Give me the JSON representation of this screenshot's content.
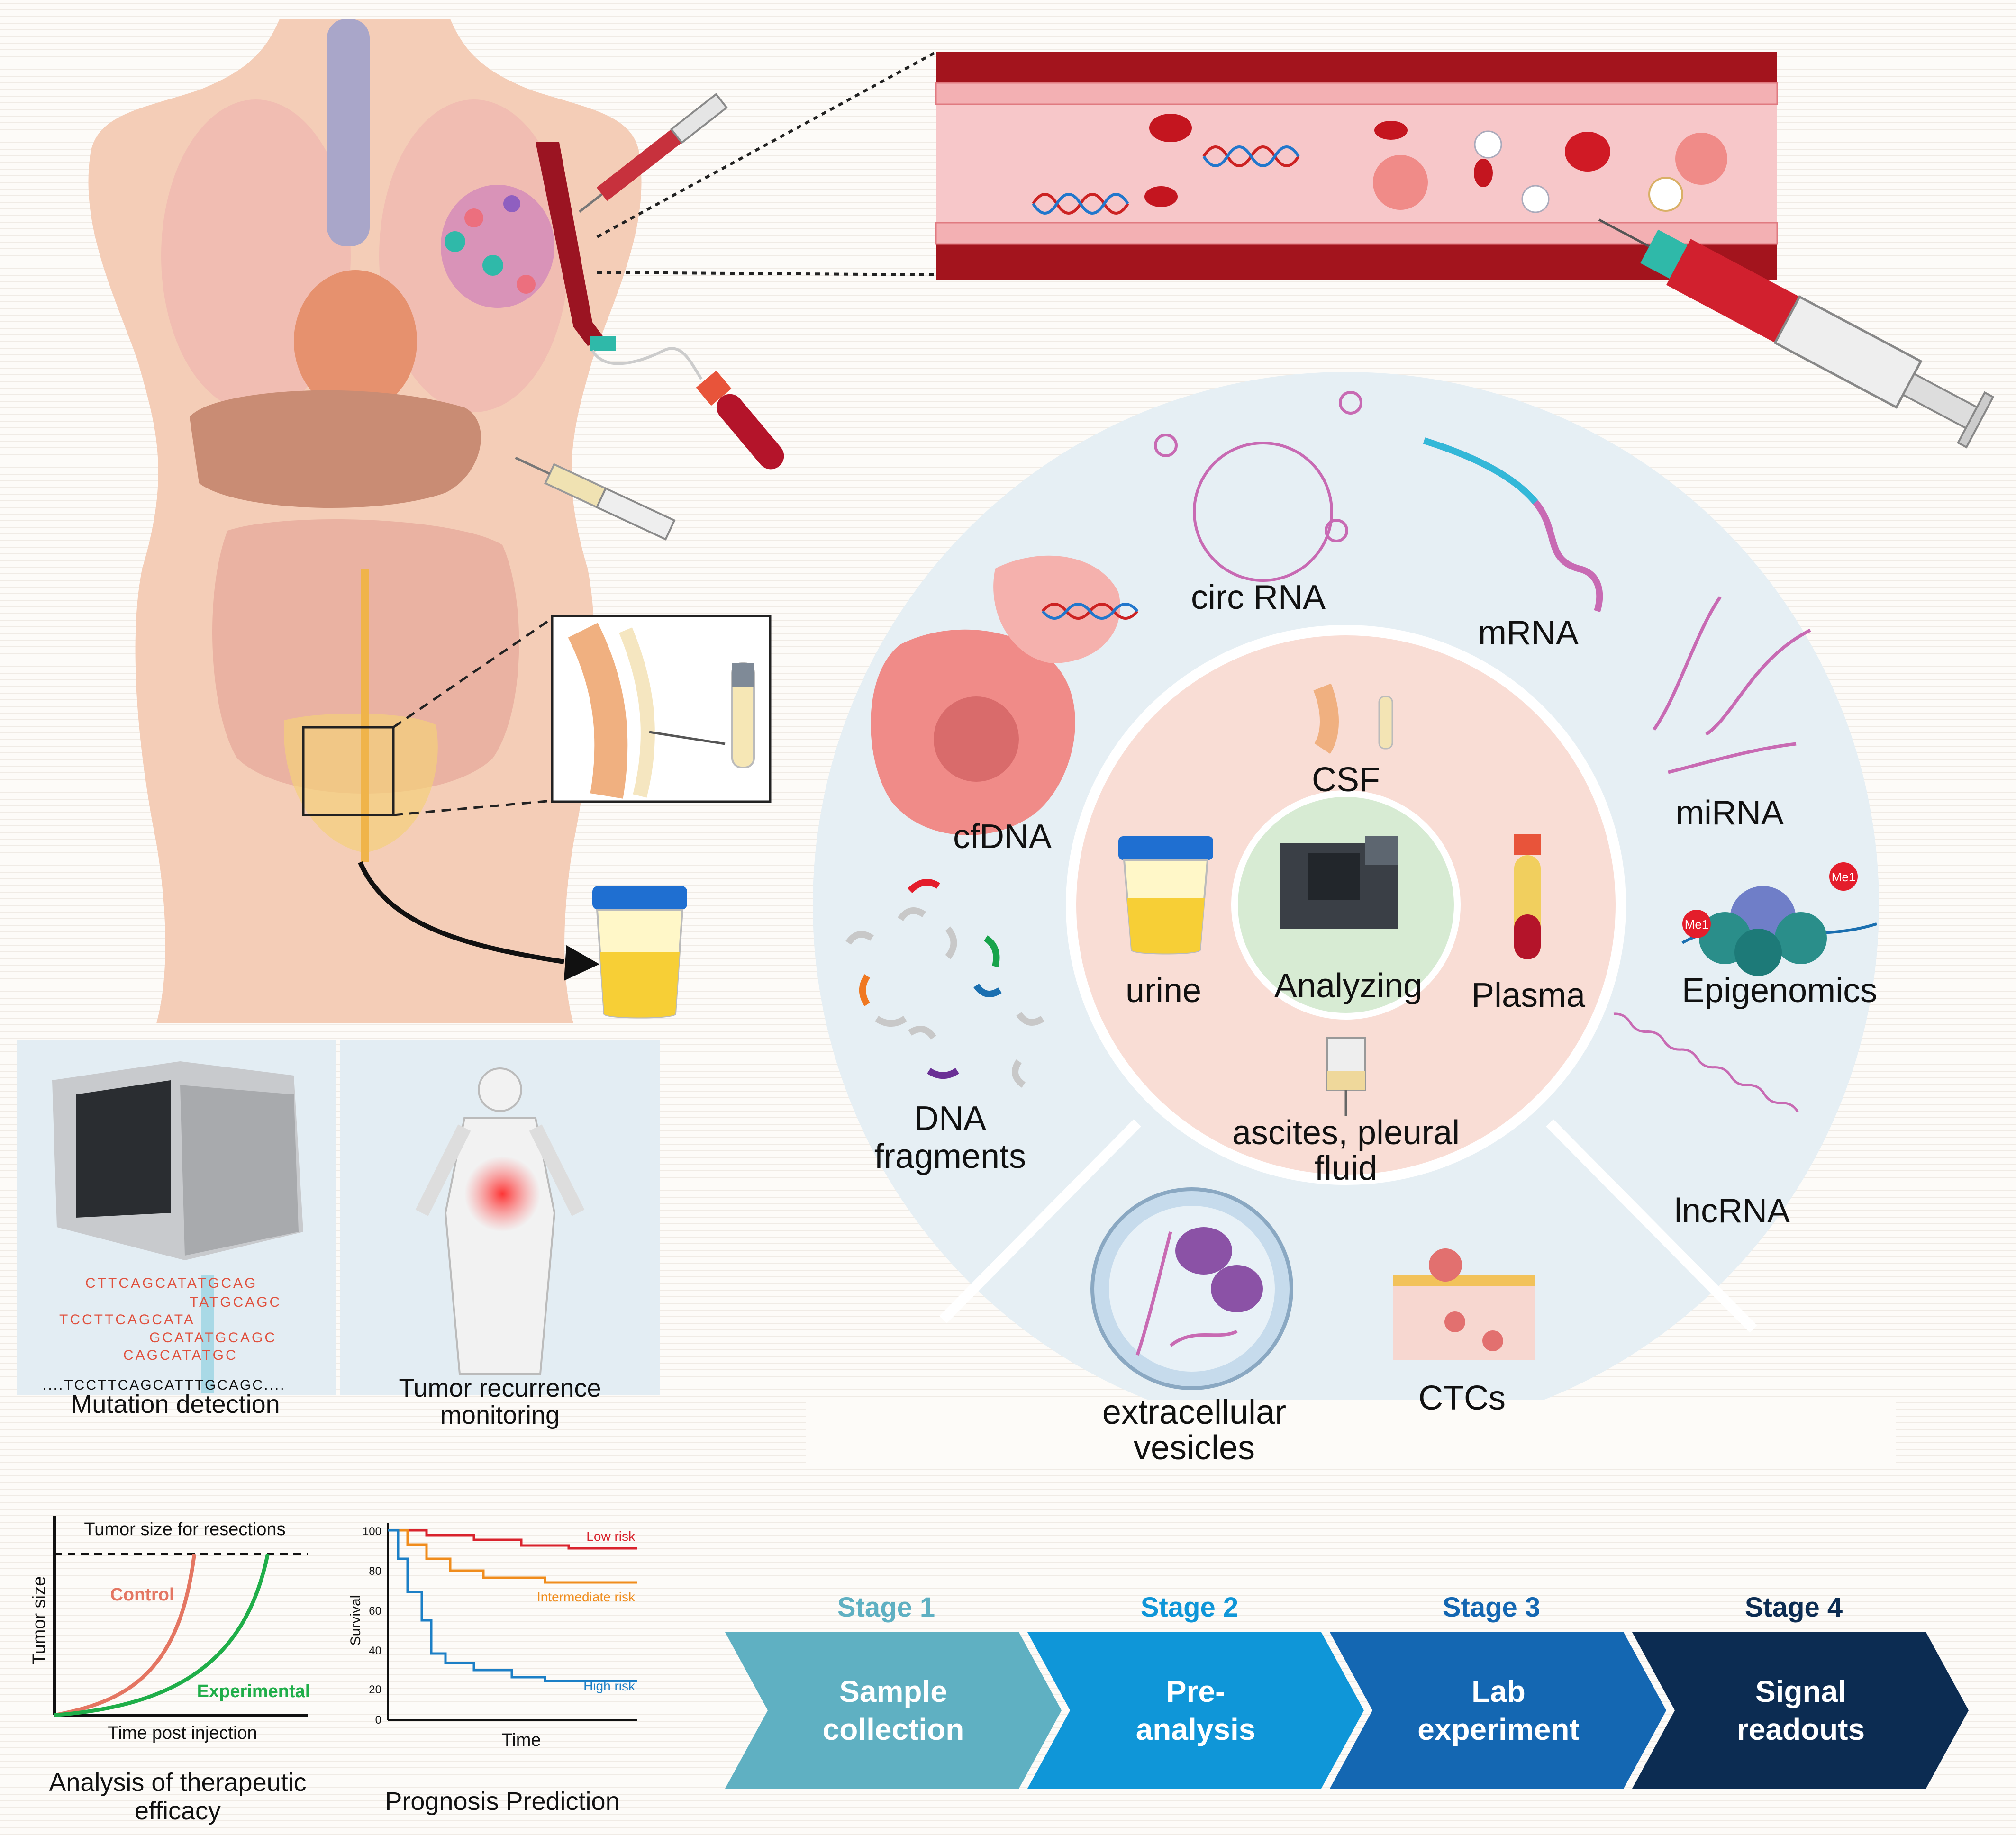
{
  "liquid_biopsy": {
    "biomarkers": {
      "circ_rna": "circ RNA",
      "mrna": "mRNA",
      "cfdna": "cfDNA",
      "mirna": "miRNA",
      "epigenomics": "Epigenomics",
      "me1": "Me1",
      "dna_fragments_l1": "DNA",
      "dna_fragments_l2": "fragments",
      "lncrna": "lncRNA",
      "ev_l1": "extracellular",
      "ev_l2": "vesicles",
      "ctcs": "CTCs"
    },
    "sources": {
      "csf": "CSF",
      "urine": "urine",
      "plasma": "Plasma",
      "analyzing": "Analyzing",
      "ascites_l1": "ascites, pleural",
      "ascites_l2": "fluid"
    }
  },
  "applications": {
    "mutation_detection": {
      "label": "Mutation detection",
      "reads": [
        "CTTCAGCATATGCAG",
        "TATGCAGC",
        "TCCTTCAGCATA",
        "GCATATGCAGC",
        "CAGCATATGC"
      ],
      "reference": "....TCCTTCAGCATTTGCAGC...."
    },
    "tumor_recurrence": {
      "label_l1": "Tumor recurrence",
      "label_l2": "monitoring"
    },
    "therapeutic_efficacy": {
      "label_l1": "Analysis of therapeutic",
      "label_l2": "efficacy",
      "threshold_label": "Tumor size for resections",
      "control_label": "Control",
      "experimental_label": "Experimental",
      "xlabel": "Time post injection",
      "ylabel": "Tumor size"
    },
    "prognosis": {
      "label": "Prognosis Prediction",
      "xlabel": "Time",
      "ylabel": "Survival",
      "low_risk": "Low risk",
      "intermediate_risk": "Intermediate risk",
      "high_risk": "High risk",
      "yticks": [
        "0",
        "20",
        "40",
        "60",
        "80",
        "100"
      ]
    }
  },
  "stages": [
    {
      "number": "Stage 1",
      "line1": "Sample",
      "line2": "collection",
      "color": "#5fb0c2"
    },
    {
      "number": "Stage 2",
      "line1": "Pre-",
      "line2": "analysis",
      "color": "#0f96d8"
    },
    {
      "number": "Stage 3",
      "line1": "Lab",
      "line2": "experiment",
      "color": "#1467b2"
    },
    {
      "number": "Stage 4",
      "line1": "Signal",
      "line2": "readouts",
      "color": "#0c2c52"
    }
  ],
  "colors": {
    "outer_ring": "#e6eff4",
    "inner_ring": "#f9ddd5",
    "center": "#d7ebd3",
    "blood": "#c21e2a",
    "vessel_wall": "#a3141d"
  }
}
